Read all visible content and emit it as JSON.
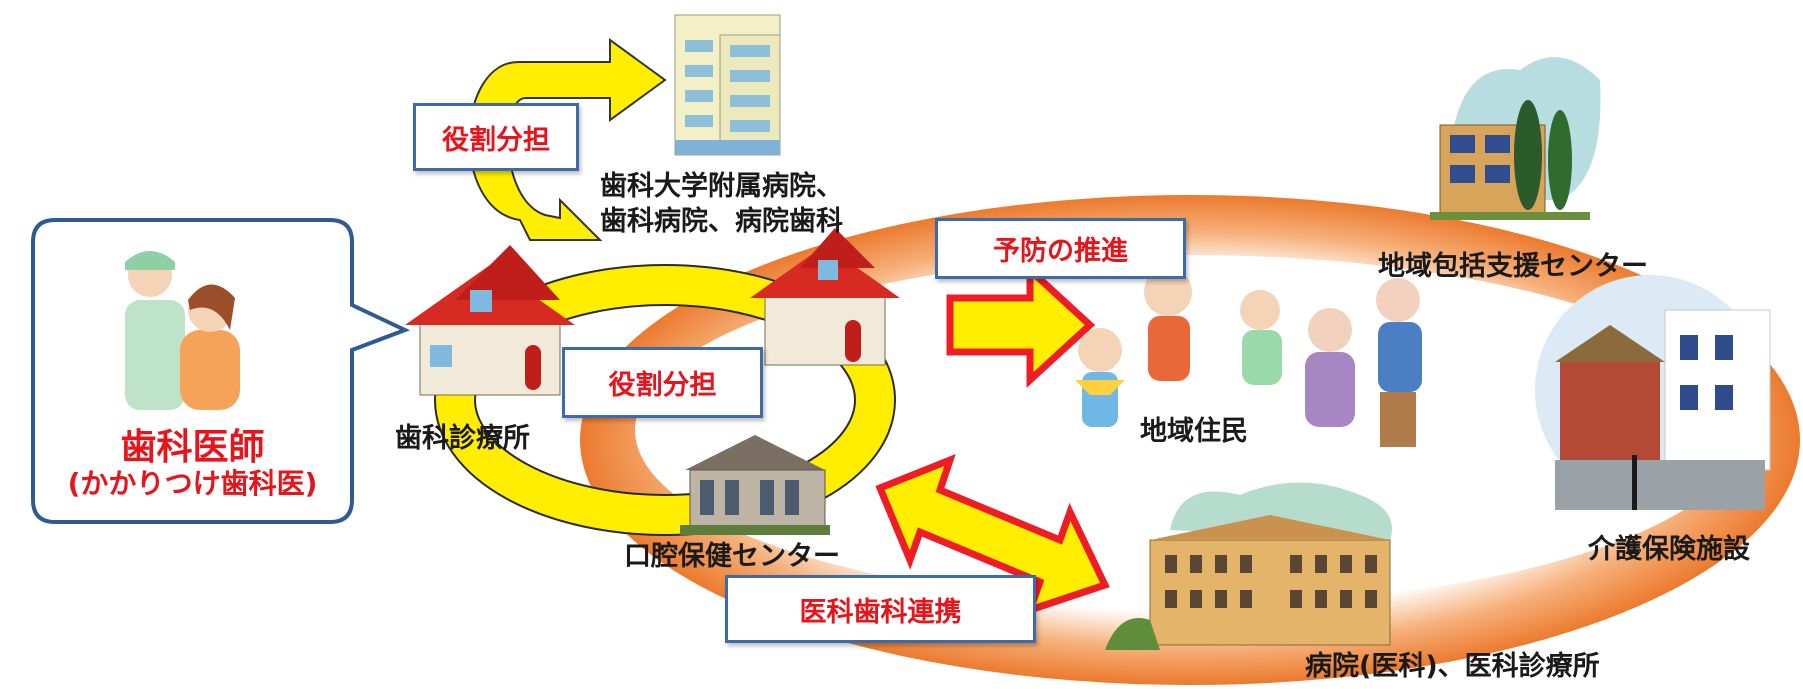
{
  "bubble": {
    "title": "歯科医師",
    "subtitle": "(かかりつけ歯科医)"
  },
  "labels": {
    "university": "歯科大学附属病院、",
    "university2": "歯科病院、病院歯科",
    "clinic": "歯科診療所",
    "health_center": "口腔保健センター",
    "residents": "地域住民",
    "support_center": "地域包括支援センター",
    "care_facility": "介護保険施設",
    "hospital": "病院(医科)、医科診療所"
  },
  "boxes": {
    "role_top": "役割分担",
    "role_middle": "役割分担",
    "prevention": "予防の推進",
    "collaboration": "医科歯科連携"
  },
  "colors": {
    "ring_orange": "#f08a3a",
    "arrow_yellow": "#ffee00",
    "arrow_red": "#ee1c24",
    "box_border": "#3d6aa8",
    "emphasis_text": "#e8141c"
  }
}
